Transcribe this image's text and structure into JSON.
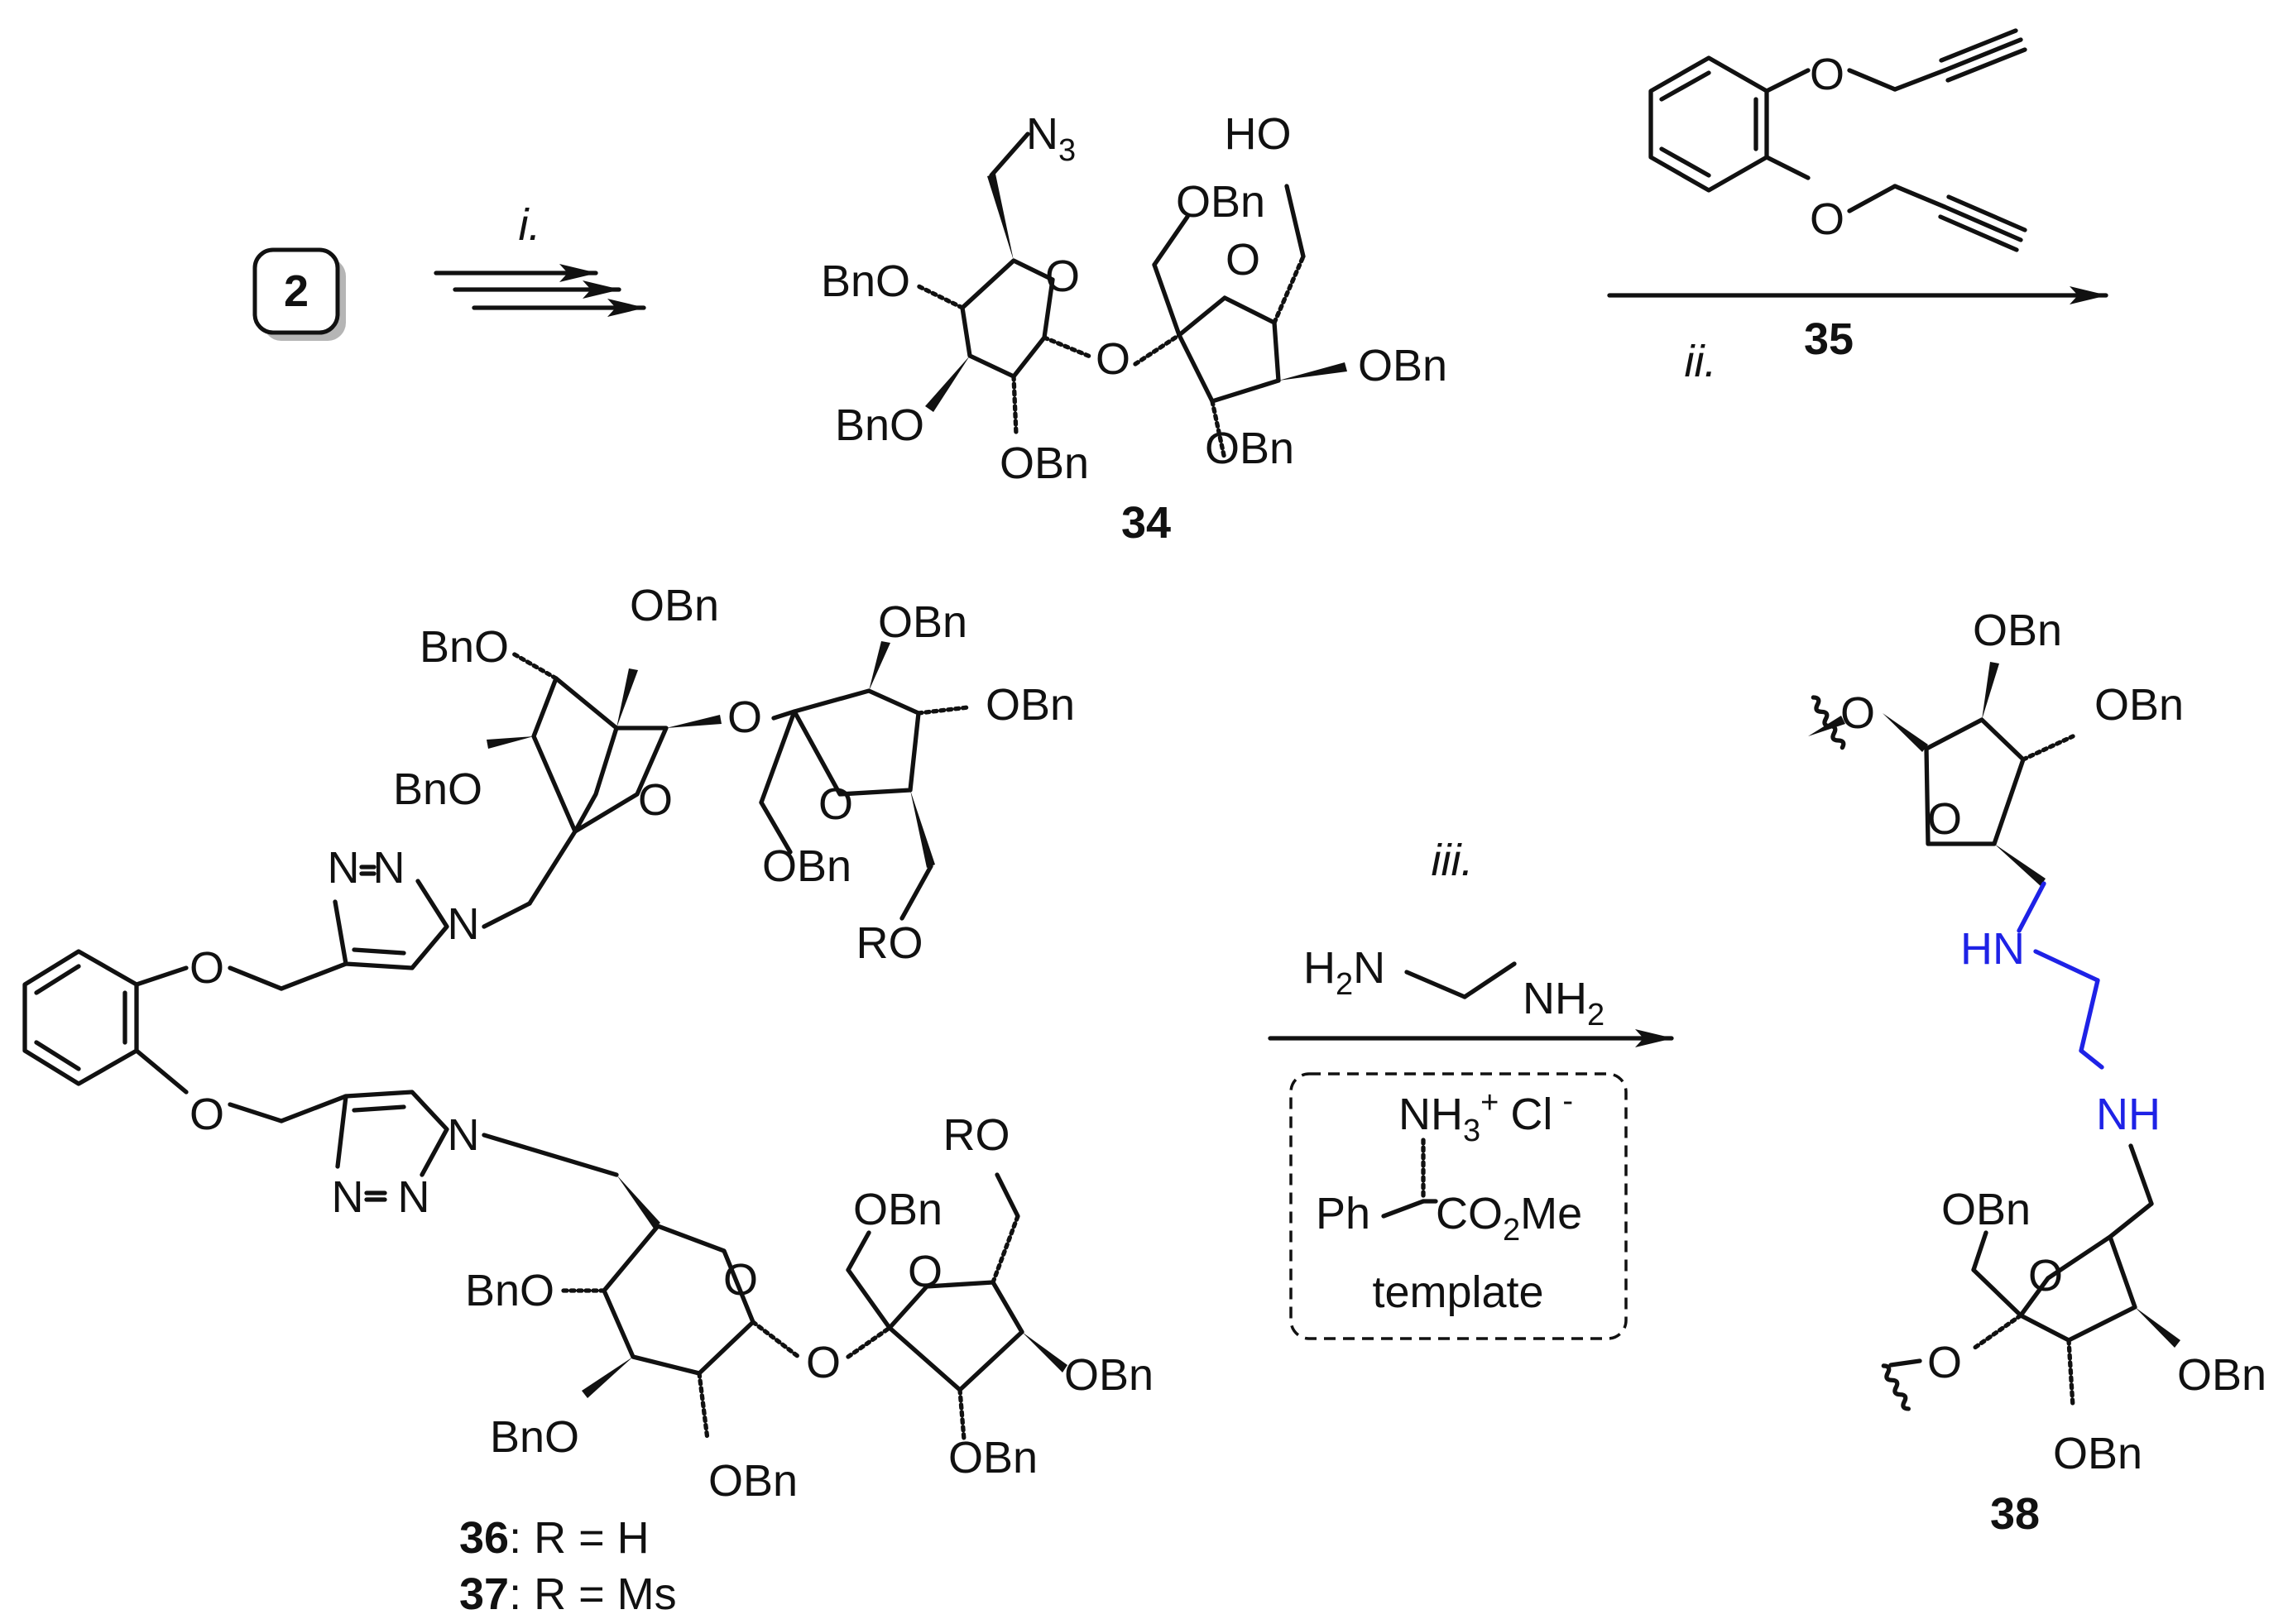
{
  "compounds": {
    "c2": "2",
    "c34": "34",
    "c35": "35",
    "c36_num": "36",
    "c36_rest": ": R = H",
    "c37_num": "37",
    "c37_rest": ": R = Ms",
    "c38": "38"
  },
  "steps": {
    "i": "i.",
    "ii": "ii.",
    "iii": "iii."
  },
  "groups": {
    "obn": "OBn",
    "bno": "BnO",
    "ho": "HO",
    "ro": "RO",
    "o": "O",
    "n": "N",
    "n3_main": "N",
    "n3_sub": "3",
    "nh": "NH",
    "hn": "HN"
  },
  "reagents": {
    "h2n_h": "H",
    "h2n_2": "2",
    "h2n_n": "N",
    "nh2_nh": "NH",
    "nh2_2": "2",
    "template_nh3": "NH",
    "template_3": "3",
    "template_plus": "+",
    "template_cl": "Cl",
    "template_minus": "-",
    "template_ph": "Ph",
    "template_co": "CO",
    "template_2": "2",
    "template_me": "Me",
    "template_label": "template"
  },
  "colors": {
    "ink": "#111111",
    "highlight_linker": "#1e22e6"
  }
}
